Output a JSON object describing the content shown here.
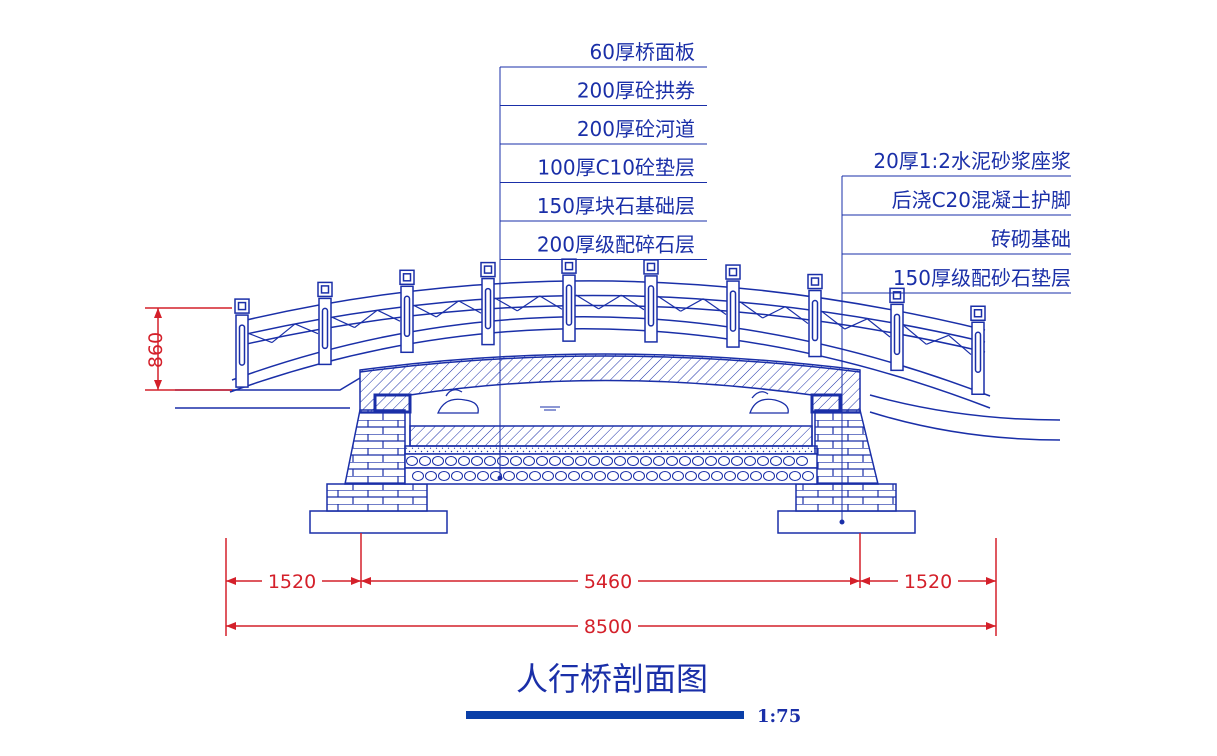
{
  "title": "人行桥剖面图",
  "scale": "1:75",
  "callouts_left": [
    "60厚桥面板",
    "200厚砼拱券",
    "200厚砼河道",
    "100厚C10砼垫层",
    "150厚块石基础层",
    "200厚级配碎石层"
  ],
  "callouts_right": [
    "20厚1:2水泥砂浆座浆",
    "后浇C20混凝土护脚",
    "砖砌基础",
    "150厚级配砂石垫层"
  ],
  "dimensions": {
    "height": "860",
    "left_span": "1520",
    "middle_span": "5460",
    "right_span": "1520",
    "total": "8500"
  },
  "colors": {
    "line": "#1a2fa8",
    "dimension": "#d4202a",
    "scale_bar": "#0a3fa8"
  }
}
